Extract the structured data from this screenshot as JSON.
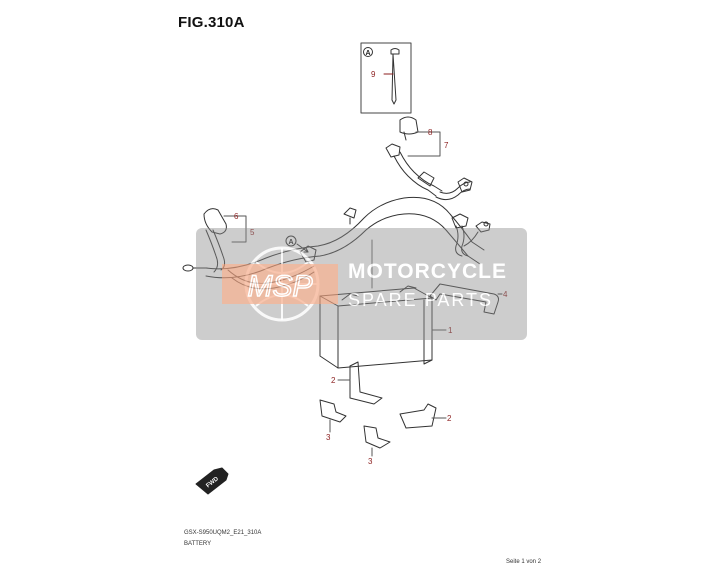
{
  "figure": {
    "title": "FIG.310A",
    "model_code": "GSX-S950UQM2_E21_310A",
    "caption": "BATTERY",
    "page_info": "Seite 1 von 2"
  },
  "watermark": {
    "logo_text": "MSP",
    "line1": "MOTORCYCLE",
    "line2": "SPARE PARTS"
  },
  "diagram": {
    "inset_marker": "A",
    "cable_marker": "A",
    "fwd_label": "FWD",
    "callouts": [
      "1",
      "2",
      "2",
      "3",
      "3",
      "4",
      "5",
      "6",
      "7",
      "8",
      "9"
    ]
  },
  "colors": {
    "line": "#333333",
    "callout": "#8b1e1e",
    "watermark_band": "#8c8c8c",
    "watermark_logo": "#f4a07a"
  }
}
